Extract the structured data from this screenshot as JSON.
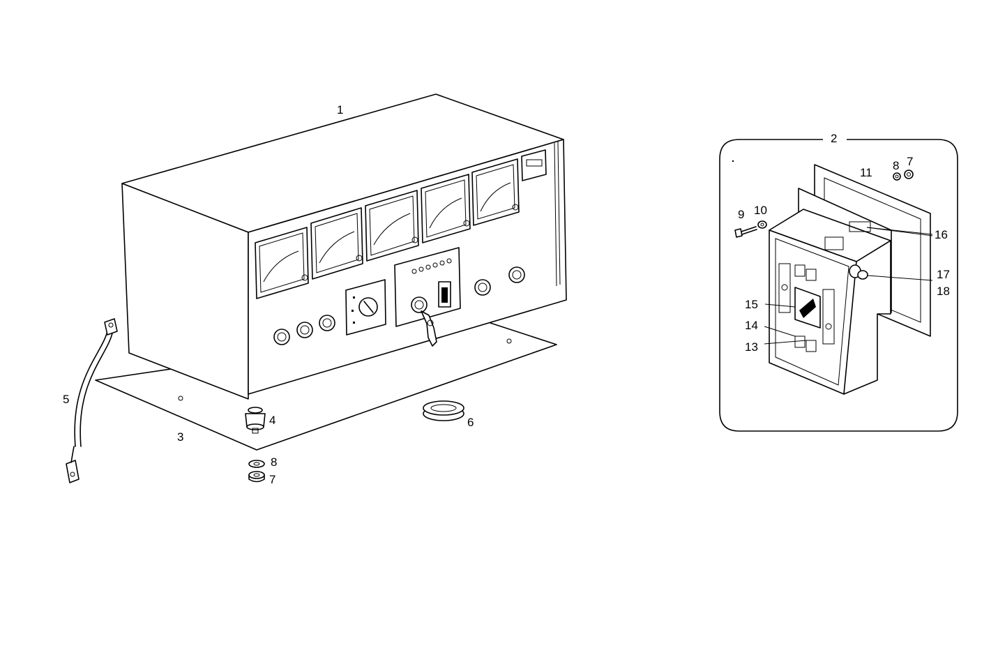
{
  "callouts": {
    "c1": "1",
    "c2": "2",
    "c3": "3",
    "c4": "4",
    "c5": "5",
    "c6": "6",
    "c7a": "7",
    "c8a": "8",
    "c7b": "7",
    "c8b": "8",
    "c9": "9",
    "c10": "10",
    "c11": "11",
    "c13": "13",
    "c14": "14",
    "c15": "15",
    "c16": "16",
    "c17": "17",
    "c18": "18"
  }
}
